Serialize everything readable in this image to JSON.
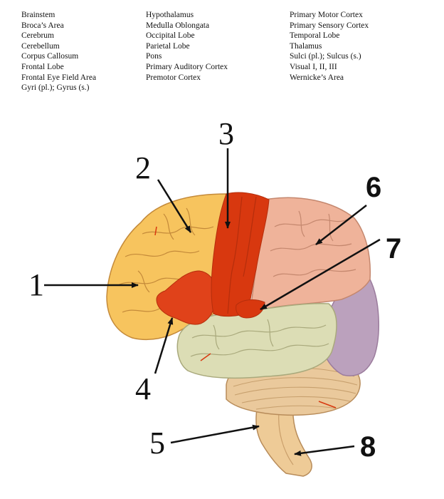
{
  "word_bank": {
    "column_1": [
      "Brainstem",
      "Broca’s Area",
      "Cerebrum",
      "Cerebellum",
      "Corpus Callosum",
      "Frontal Lobe",
      "Frontal Eye Field Area",
      "Gyri (pl.); Gyrus (s.)"
    ],
    "column_2": [
      "Hypothalamus",
      "Medulla Oblongata",
      "Occipital Lobe",
      "Parietal Lobe",
      "Pons",
      "Primary Auditory Cortex",
      "Premotor Cortex"
    ],
    "column_3": [
      "Primary Motor Cortex",
      "Primary Sensory Cortex",
      "Temporal Lobe",
      "Thalamus",
      "Sulci (pl.); Sulcus (s.)",
      "Visual I, II, III",
      "Wernicke’s Area"
    ]
  },
  "callouts": {
    "n1": "1",
    "n2": "2",
    "n3": "3",
    "n4": "4",
    "n5": "5",
    "n6": "6",
    "n7": "7",
    "n8": "8"
  },
  "colors": {
    "frontal_lobe": "#f7c45e",
    "premotor": "#e0421a",
    "motor_strip": "#d8380f",
    "parietal_lobe": "#efb39a",
    "temporal_lobe": "#dcddb5",
    "occipital_lobe": "#bba1bd",
    "cerebellum": "#eac99c",
    "brainstem": "#eecb97",
    "outline": "#a06a3a"
  }
}
